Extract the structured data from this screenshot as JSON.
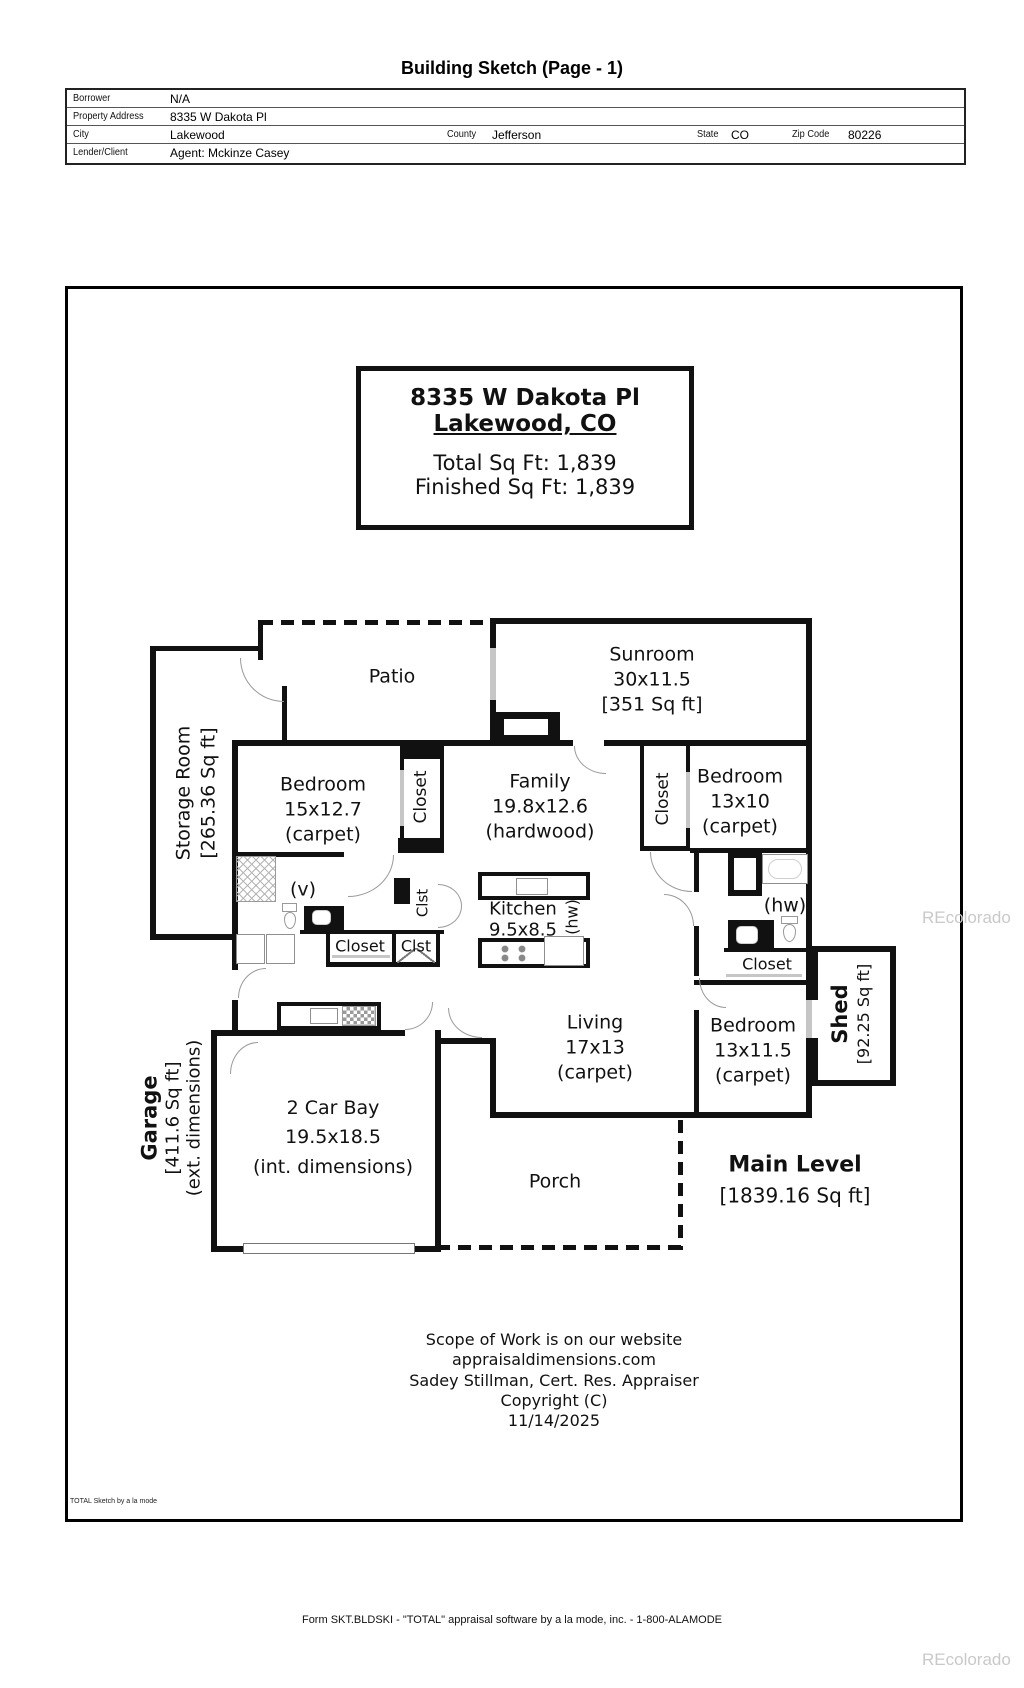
{
  "header": {
    "title": "Building Sketch (Page - 1)",
    "borrower_label": "Borrower",
    "borrower": "N/A",
    "address_label": "Property Address",
    "address": "8335 W Dakota Pl",
    "city_label": "City",
    "city": "Lakewood",
    "county_label": "County",
    "county": "Jefferson",
    "state_label": "State",
    "state": "CO",
    "zip_label": "Zip Code",
    "zip": "80226",
    "lender_label": "Lender/Client",
    "lender": "Agent: Mckinze Casey"
  },
  "address_box": {
    "line1": "8335 W Dakota Pl",
    "line2": "Lakewood, CO",
    "total": "Total Sq Ft: 1,839",
    "finished": "Finished Sq Ft: 1,839"
  },
  "plan": {
    "patio": "Patio",
    "sunroom": {
      "name": "Sunroom",
      "dims": "30x11.5",
      "area": "[351 Sq ft]"
    },
    "storage": {
      "name": "Storage Room",
      "area": "[265.36 Sq ft]"
    },
    "bedroom1": {
      "name": "Bedroom",
      "dims": "15x12.7",
      "floor": "(carpet)"
    },
    "family": {
      "name": "Family",
      "dims": "19.8x12.6",
      "floor": "(hardwood)"
    },
    "bedroom2": {
      "name": "Bedroom",
      "dims": "13x10",
      "floor": "(carpet)"
    },
    "kitchen": {
      "name": "Kitchen",
      "dims": "9.5x8.5",
      "note": "(hw)"
    },
    "bath_v": "(v)",
    "bath_hw": "(hw)",
    "living": {
      "name": "Living",
      "dims": "17x13",
      "floor": "(carpet)"
    },
    "bedroom3": {
      "name": "Bedroom",
      "dims": "13x11.5",
      "floor": "(carpet)"
    },
    "shed": {
      "name": "Shed",
      "area": "[92.25 Sq ft]"
    },
    "garage": {
      "name": "Garage",
      "area": "[411.6 Sq ft]",
      "note": "(ext. dimensions)"
    },
    "car_bay": {
      "name": "2 Car Bay",
      "dims": "19.5x18.5",
      "note": "(int. dimensions)"
    },
    "porch": "Porch",
    "main_level": {
      "name": "Main Level",
      "area": "[1839.16 Sq ft]"
    },
    "labels": {
      "closet": "Closet",
      "clst": "Clst"
    }
  },
  "credits": {
    "lines": [
      "Scope of Work is on our website",
      "appraisaldimensions.com",
      "Sadey Stillman, Cert. Res. Appraiser",
      "Copyright (C)",
      "11/14/2025"
    ],
    "sketch_tool": "TOTAL Sketch by a la mode"
  },
  "footer": "Form SKT.BLDSKI - \"TOTAL\" appraisal software by a la mode, inc. - 1-800-ALAMODE",
  "watermark": "REcolorado",
  "colors": {
    "wall": "#111111",
    "fixture": "#9a9a9a",
    "watermark": "#c9c9c9"
  }
}
